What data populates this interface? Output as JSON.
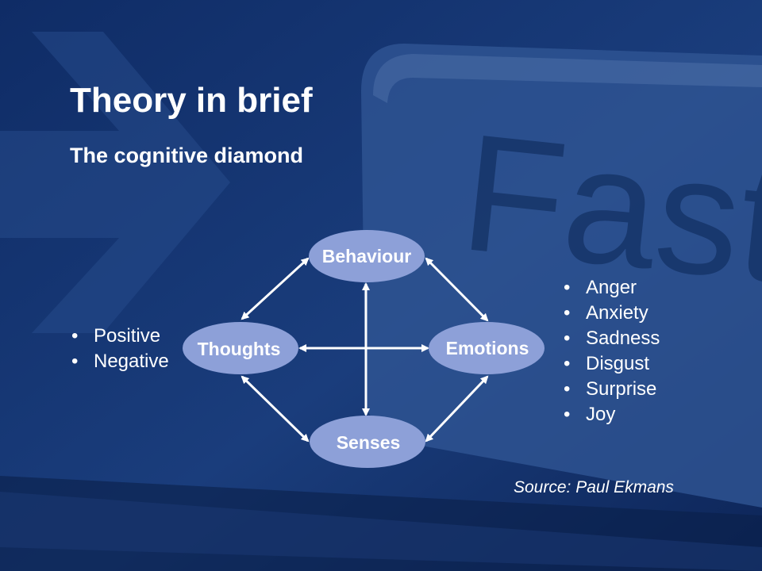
{
  "slide": {
    "title": "Theory in brief",
    "subtitle": "The cognitive diamond",
    "background_word": "Fast",
    "source": "Source: Paul Ekmans"
  },
  "diagram": {
    "nodes": {
      "top": "Behaviour",
      "left": "Thoughts",
      "right": "Emotions",
      "bottom": "Senses"
    }
  },
  "left_list": [
    "Positive",
    "Negative"
  ],
  "right_list": [
    "Anger",
    "Anxiety",
    "Sadness",
    "Disgust",
    "Surprise",
    "Joy"
  ],
  "colors": {
    "background": "#0e2a63",
    "node_fill": "#8da0d8",
    "text": "#ffffff",
    "arrow": "#ffffff"
  }
}
